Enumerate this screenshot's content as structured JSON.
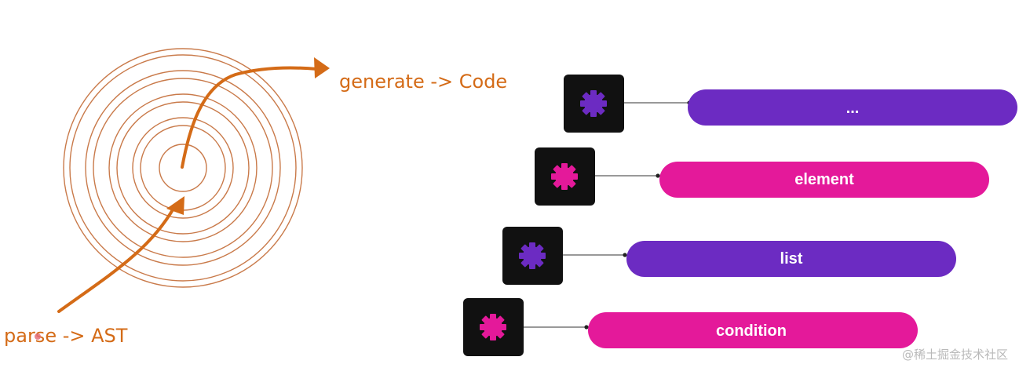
{
  "spiral": {
    "parse_label": "parse -> AST",
    "generate_label": "generate -> Code"
  },
  "stack": {
    "items": [
      {
        "label": "...",
        "color": "#6c2bc2",
        "icon": "gear-icon"
      },
      {
        "label": "element",
        "color": "#e4199a",
        "icon": "gear-icon"
      },
      {
        "label": "list",
        "color": "#6c2bc2",
        "icon": "gear-icon"
      },
      {
        "label": "condition",
        "color": "#e4199a",
        "icon": "gear-icon"
      }
    ]
  },
  "watermark": "@稀土掘金技术社区",
  "colors": {
    "orange": "#d46b17",
    "ring": "#c97a4a",
    "icon_box": "#111111",
    "purple": "#6c2bc2",
    "magenta": "#e4199a"
  }
}
